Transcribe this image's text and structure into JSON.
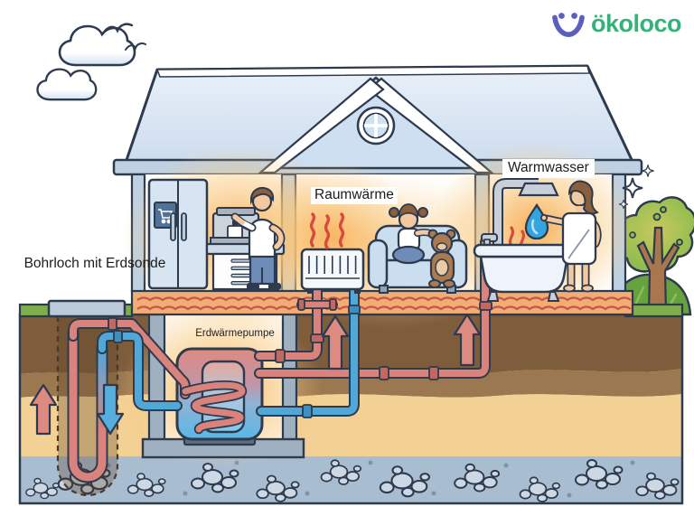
{
  "logo": {
    "text": "ökoloco",
    "icon": "smiley-logo-icon",
    "icon_color": "#5b5fc0",
    "text_color": "#34b27a"
  },
  "labels": {
    "borehole": "Bohrloch mit Erdsonde",
    "heat_pump": "Erdwärmepumpe",
    "room_heat": "Raumwärme",
    "hot_water": "Warmwasser"
  },
  "flow_colors": {
    "warm_pipe": "#d9837c",
    "cold_pipe": "#4fa8d8"
  },
  "palette": {
    "outline": "#2e3a4e",
    "glow": "#f7a94e",
    "soil_dark": "#7e5d3c",
    "soil_mid": "#9b7850",
    "sand": "#f3d093",
    "rock_bed": "#a9bdd1",
    "grass": "#7fae4d",
    "roof_blue": "#d9e6f3"
  }
}
